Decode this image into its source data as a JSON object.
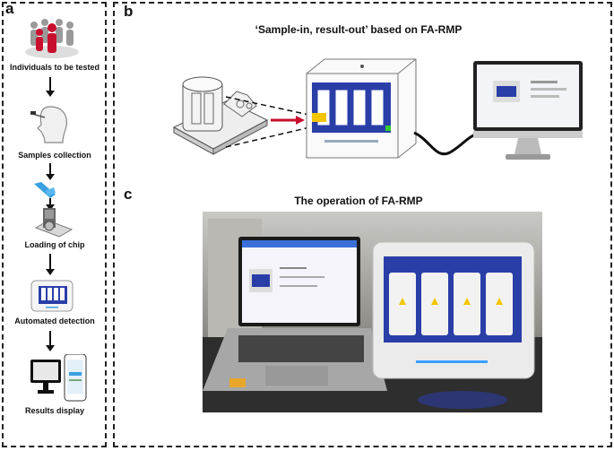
{
  "panel_a": {
    "label": "a",
    "steps": [
      {
        "label": "Individuals  to be tested",
        "icon": "people-icon"
      },
      {
        "label": "Samples collection",
        "icon": "swab-icon"
      },
      {
        "label": "Loading of chip",
        "icon": "chip-loading-icon"
      },
      {
        "label": "Automated detection",
        "icon": "device-icon"
      },
      {
        "label": "Results display",
        "icon": "monitor-phone-icon"
      }
    ]
  },
  "panel_b": {
    "label": "b",
    "title": "‘Sample-in, result-out’ based on FA-RMP"
  },
  "panel_c": {
    "label": "c",
    "title": "The operation of FA-RMP"
  },
  "colors": {
    "accent_red": "#c8102e",
    "device_blue": "#2a3ea8",
    "swab_blue": "#3aa0e0"
  }
}
